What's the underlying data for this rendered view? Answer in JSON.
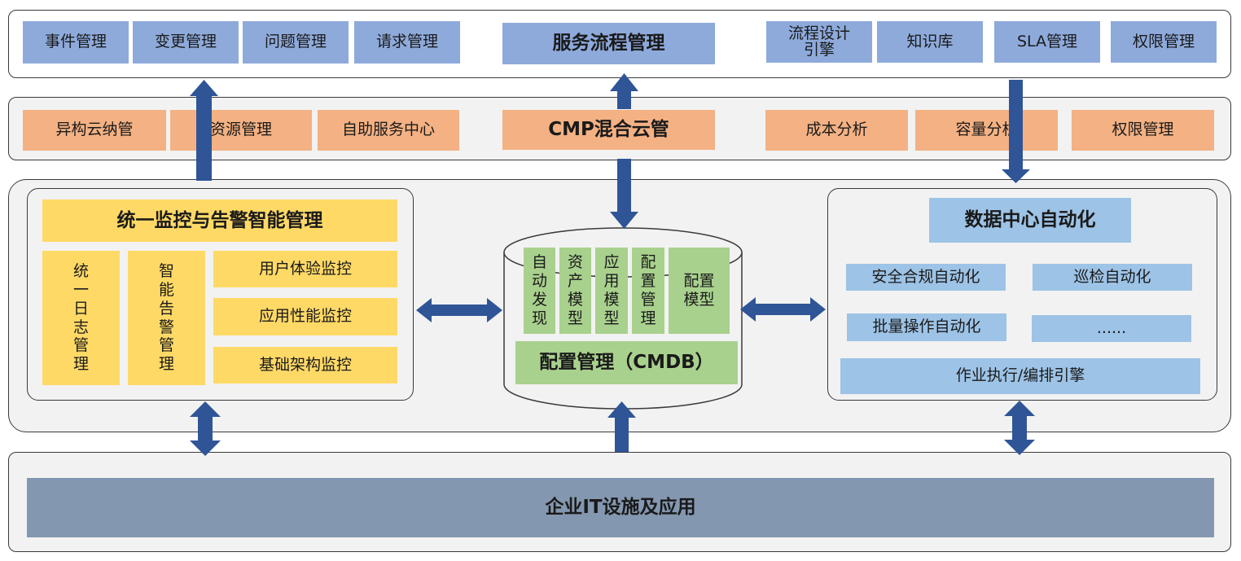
{
  "service_layer": {
    "items_left": [
      "事件管理",
      "变更管理",
      "问题管理",
      "请求管理"
    ],
    "title": "服务流程管理",
    "items_right": [
      [
        "流程设计",
        "引擎"
      ],
      [
        "知识库"
      ],
      [
        "SLA管理"
      ],
      [
        "权限管理"
      ]
    ]
  },
  "cmp_layer": {
    "items_left": [
      "异构云纳管",
      "资源管理",
      "自助服务中心"
    ],
    "title": "CMP混合云管",
    "items_right": [
      "成本分析",
      "容量分析",
      "权限管理"
    ]
  },
  "monitoring": {
    "title": "统一监控与告警智能管理",
    "unified_log": [
      "统",
      "一",
      "日",
      "志",
      "管",
      "理"
    ],
    "smart_alert": [
      "智",
      "能",
      "告",
      "警",
      "管",
      "理"
    ],
    "items": [
      "用户体验监控",
      "应用性能监控",
      "基础架构监控"
    ]
  },
  "cmdb": {
    "modules": [
      [
        "自",
        "动",
        "发",
        "现"
      ],
      [
        "资",
        "产",
        "模",
        "型"
      ],
      [
        "应",
        "用",
        "模",
        "型"
      ],
      [
        "配",
        "置",
        "管",
        "理"
      ]
    ],
    "config_model": [
      "配置",
      "模型"
    ],
    "title": "配置管理（CMDB）"
  },
  "automation": {
    "title": "数据中心自动化",
    "items": [
      "安全合规自动化",
      "巡检自动化",
      "批量操作自动化",
      "......"
    ],
    "engine": "作业执行/编排引擎"
  },
  "infrastructure": {
    "title": "企业IT设施及应用"
  },
  "colors": {
    "service_blue": "#8eaadb",
    "cmp_orange": "#f4b183",
    "monitor_yellow": "#ffd966",
    "cmdb_green": "#a9d18e",
    "automation_blue": "#9dc3e6",
    "infra_slate": "#8497b0",
    "arrow_blue": "#2f5597"
  }
}
